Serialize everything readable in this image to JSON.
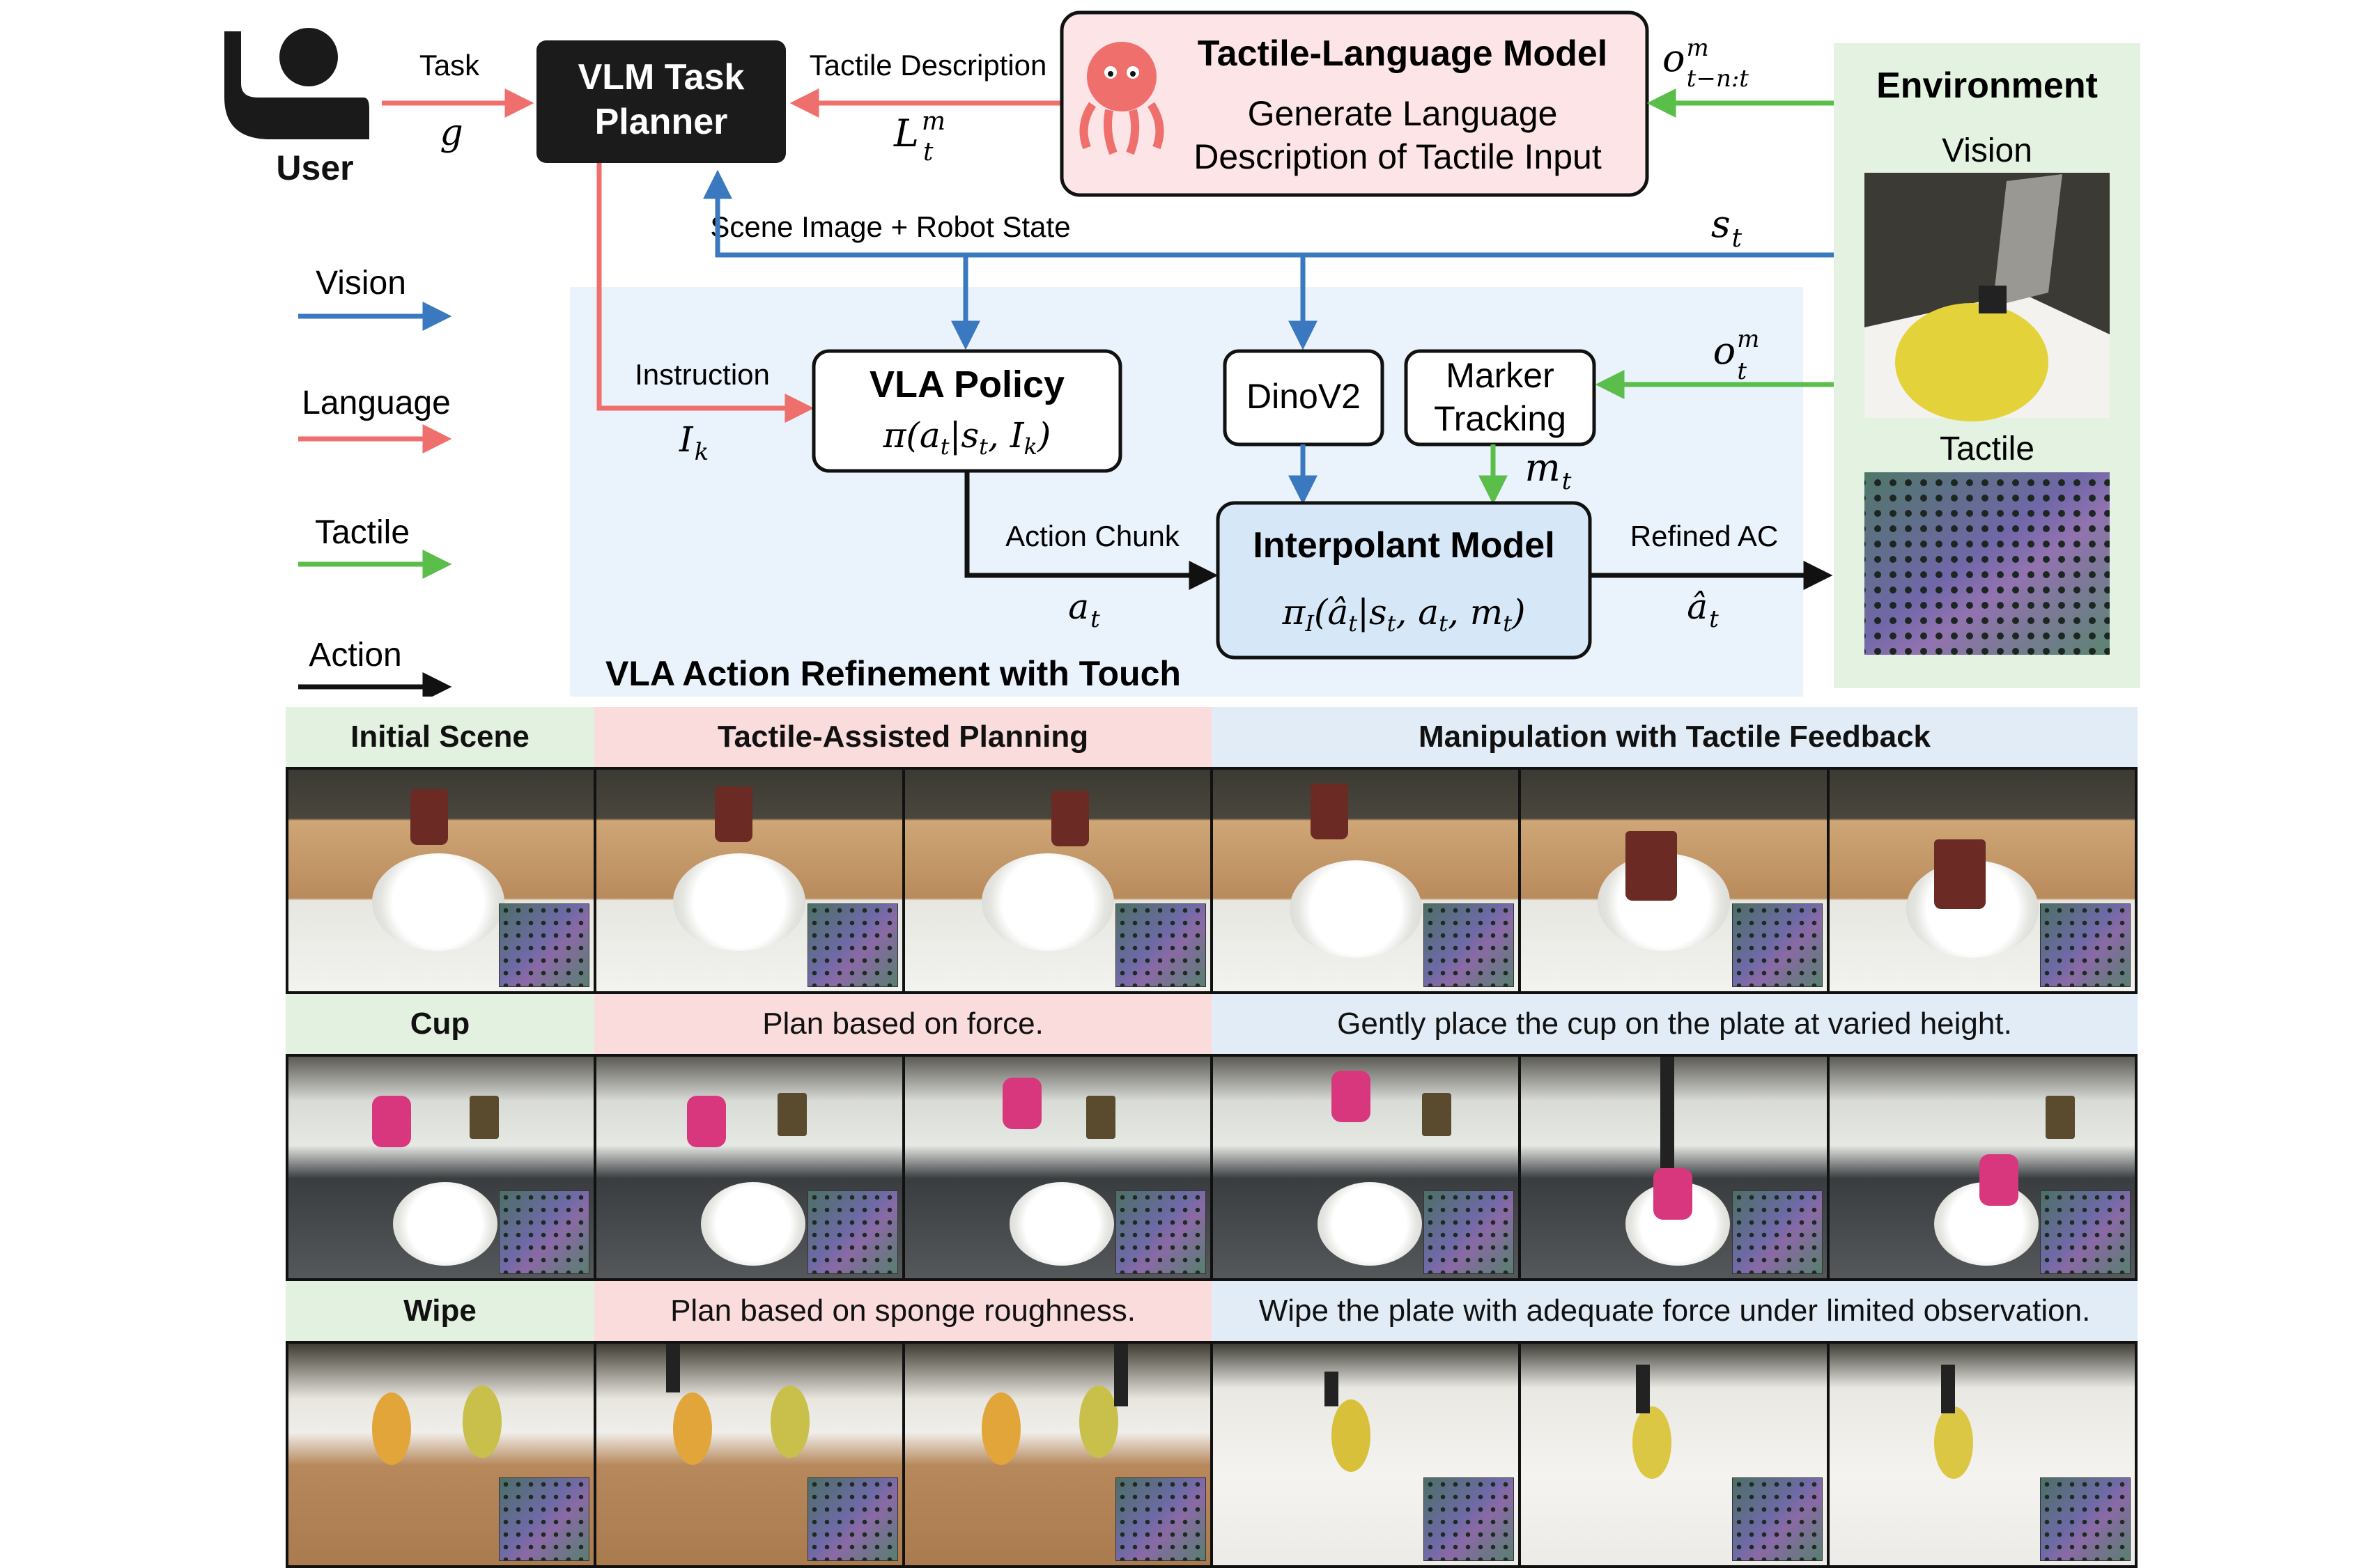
{
  "diagram": {
    "user_label": "User",
    "task_label": "Task",
    "task_symbol": "g",
    "vlm_title_line1": "VLM Task",
    "vlm_title_line2": "Planner",
    "tactile_description_label": "Tactile Description",
    "tactile_description_symbol": "Ltm",
    "tlm_title": "Tactile-Language Model",
    "tlm_desc_line1": "Generate Language",
    "tlm_desc_line2": "Description of Tactile Input",
    "obs_window_symbol": "o m t−n:t",
    "environment_title": "Environment",
    "vision_label": "Vision",
    "tactile_label": "Tactile",
    "scene_state_label": "Scene Image + Robot State",
    "state_symbol": "st",
    "obs_symbol": "o m t",
    "legend": [
      "Vision",
      "Language",
      "Tactile",
      "Action"
    ],
    "instruction_label": "Instruction",
    "instruction_symbol": "Ik",
    "vla_title": "VLA Policy",
    "vla_formula": "π(at|st, Ik)",
    "dino_label": "DinoV2",
    "marker_line1": "Marker",
    "marker_line2": "Tracking",
    "marker_symbol": "mt",
    "action_chunk_label": "Action Chunk",
    "action_symbol": "at",
    "interp_title": "Interpolant Model",
    "interp_formula": "πI(ât|st, at, mt)",
    "refined_label": "Refined AC",
    "refined_symbol": "ât",
    "refinement_title": "VLA Action Refinement with Touch",
    "colors": {
      "vision": "#3a78c0",
      "language": "#ef6f6c",
      "tactile": "#5bbd4a",
      "action": "#111111",
      "tlm_fill": "#fde4e6",
      "env_fill": "#e4f2e1",
      "refine_fill": "#eaf2fb",
      "interp_fill": "#d6e7f8"
    }
  },
  "table": {
    "headers": [
      "Initial Scene",
      "Tactile-Assisted Planning",
      "Manipulation with Tactile Feedback"
    ],
    "rows": [
      {
        "name": "Cup",
        "plan": "Plan based on force.",
        "manipulation": "Gently place the cup on the plate at varied height."
      },
      {
        "name": "Wipe",
        "plan": "Plan based on sponge roughness.",
        "manipulation": "Wipe the plate with adequate force under limited observation."
      }
    ]
  }
}
